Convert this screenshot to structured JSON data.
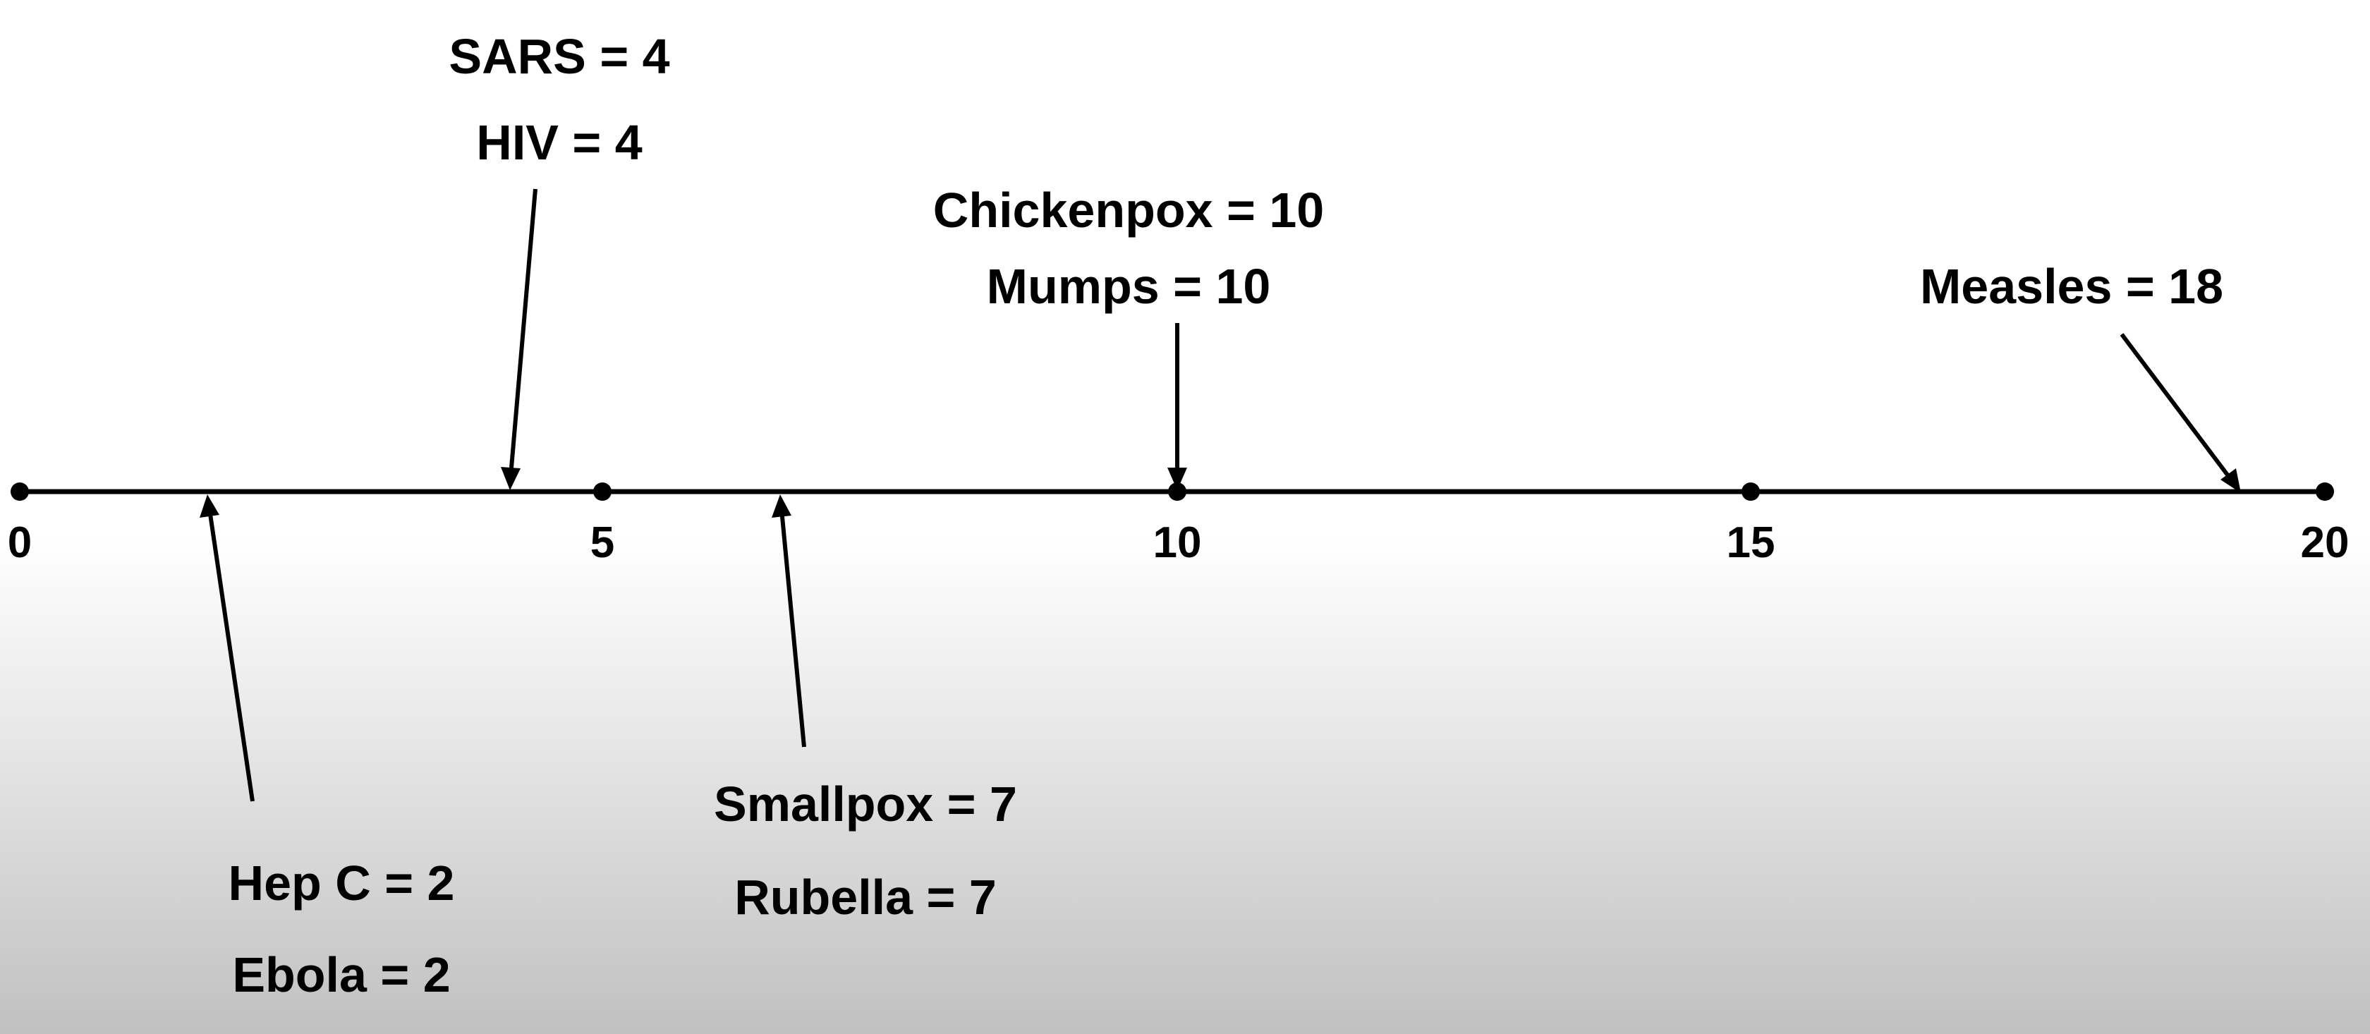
{
  "number_line": {
    "ticks": [
      "0",
      "5",
      "10",
      "15",
      "20"
    ],
    "line_color": "#000000"
  },
  "annotations": [
    {
      "id": "sars-hiv",
      "lines": [
        "SARS = 4",
        "HIV = 4"
      ],
      "values": [
        4,
        4
      ]
    },
    {
      "id": "chickenpox-mumps",
      "lines": [
        "Chickenpox = 10",
        "Mumps = 10"
      ],
      "values": [
        10,
        10
      ]
    },
    {
      "id": "measles",
      "lines": [
        "Measles = 18"
      ],
      "values": [
        18
      ]
    },
    {
      "id": "hepc-ebola",
      "lines": [
        "Hep C = 2",
        "Ebola = 2"
      ],
      "values": [
        2,
        2
      ]
    },
    {
      "id": "smallpox-rubella",
      "lines": [
        "Smallpox = 7",
        "Rubella = 7"
      ],
      "values": [
        7,
        7
      ]
    }
  ]
}
